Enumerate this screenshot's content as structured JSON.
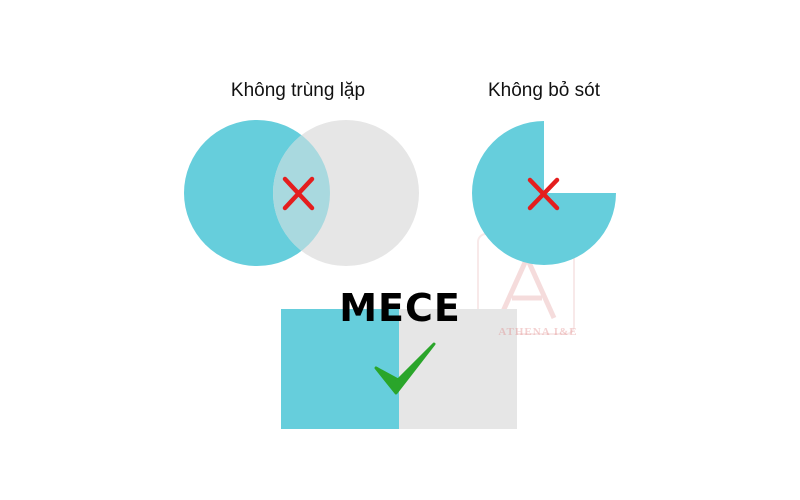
{
  "labels": {
    "left": "Không trùng lặp",
    "right": "Không bỏ sót",
    "center": "MECE"
  },
  "watermark": {
    "text": "ATHENA I&E"
  },
  "colors": {
    "teal": "#66cedc",
    "gray": "#e6e6e6",
    "overlap": "#a9d9df",
    "cross": "#e41e1e",
    "check": "#2aa52a"
  },
  "icons": {
    "wrong": "cross-icon",
    "correct": "check-icon"
  }
}
